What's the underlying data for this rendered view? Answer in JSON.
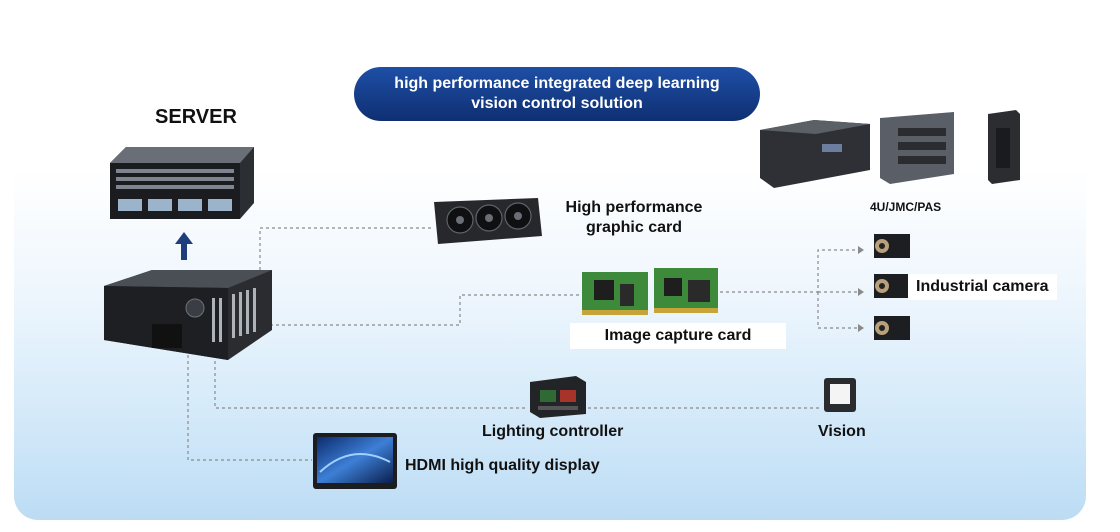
{
  "title": {
    "line1": "high performance integrated deep learning",
    "line2": "vision control solution"
  },
  "labels": {
    "server": "SERVER",
    "graphic_card": "High performance graphic card",
    "capture_card": "Image capture card",
    "industrial_camera": "Industrial camera",
    "pc_models": "4U/JMC/PAS",
    "lighting_controller": "Lighting controller",
    "vision": "Vision",
    "display": "HDMI high quality display"
  },
  "colors": {
    "title_bg": "#173f8a",
    "line": "#8a8a8a",
    "arrow": "#1e3f7a"
  }
}
